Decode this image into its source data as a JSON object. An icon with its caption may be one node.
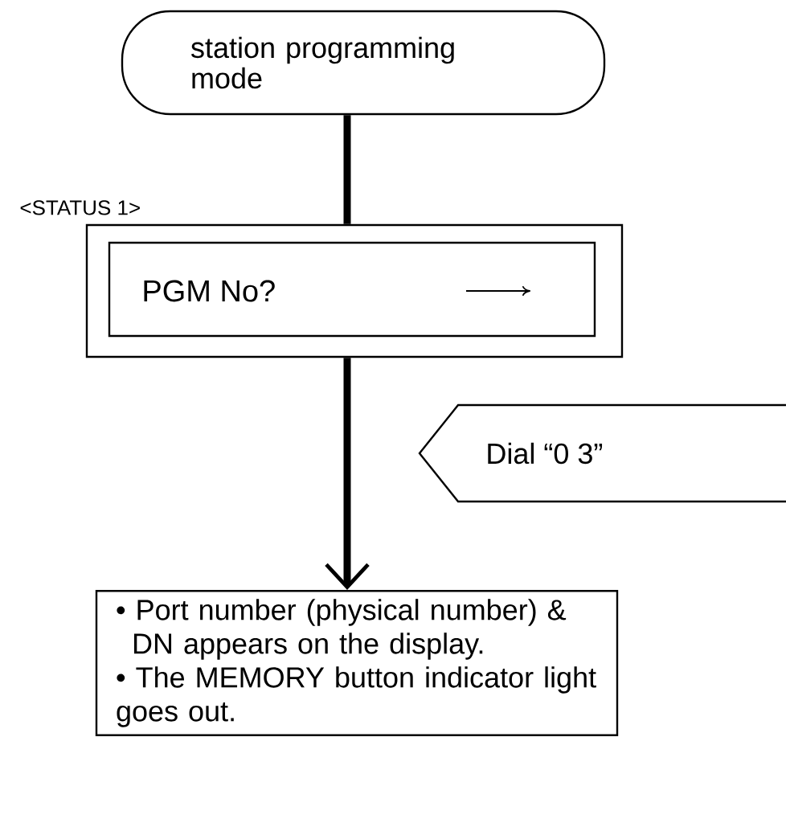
{
  "diagram": {
    "nodes": [
      {
        "text": [
          "station programming mode"
        ]
      },
      {
        "text": [
          "PGM No?"
        ],
        "beside": [
          "<STATUS 1>"
        ]
      },
      {
        "text": [
          "Dial  “0 3”"
        ]
      },
      {
        "text": [
          "• Port number (physical number) & DN appears on the display.",
          "• The MEMORY button indicator light goes out."
        ]
      }
    ],
    "edges": [
      {
        "from": 0,
        "to": 1,
        "arrow": "none"
      },
      {
        "from": 1,
        "to": 3,
        "arrow": "to"
      }
    ]
  }
}
